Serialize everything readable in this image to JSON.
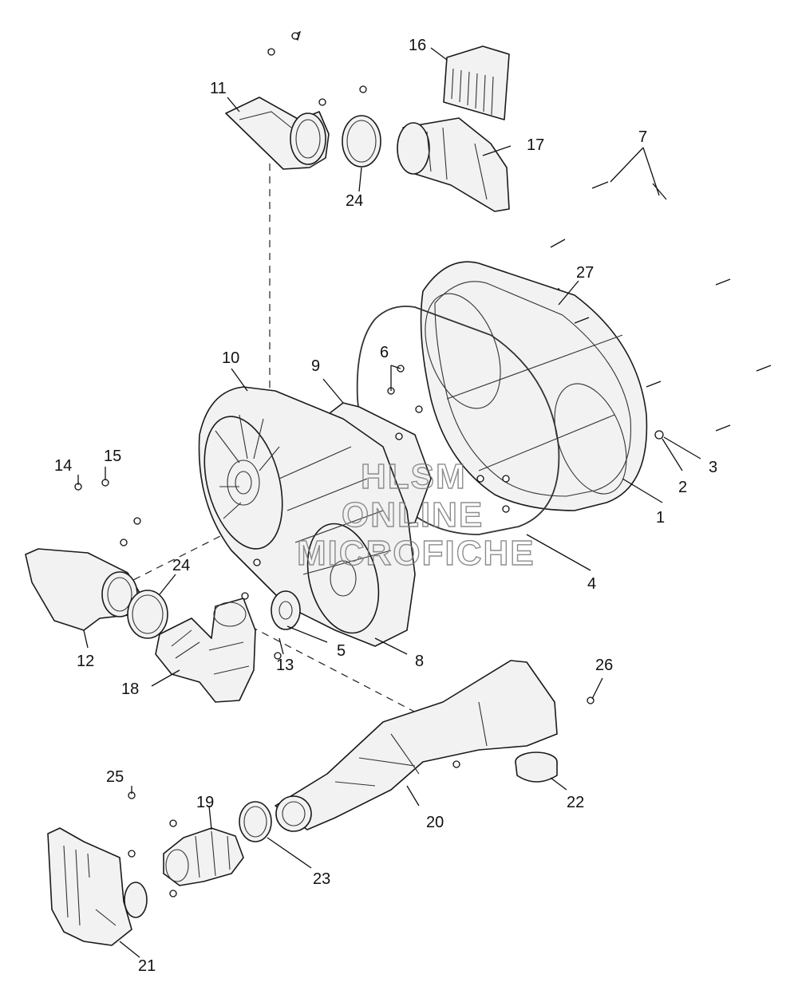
{
  "callouts": [
    "1",
    "2",
    "3",
    "4",
    "5",
    "6",
    "7",
    "8",
    "9",
    "10",
    "11",
    "12",
    "13",
    "14",
    "15",
    "16",
    "17",
    "18",
    "19",
    "20",
    "21",
    "22",
    "23",
    "24",
    "24",
    "25",
    "26",
    "27"
  ],
  "watermark": {
    "line1": "HLSM",
    "line2": "ONLINE",
    "line3": "MICROFICHE"
  }
}
